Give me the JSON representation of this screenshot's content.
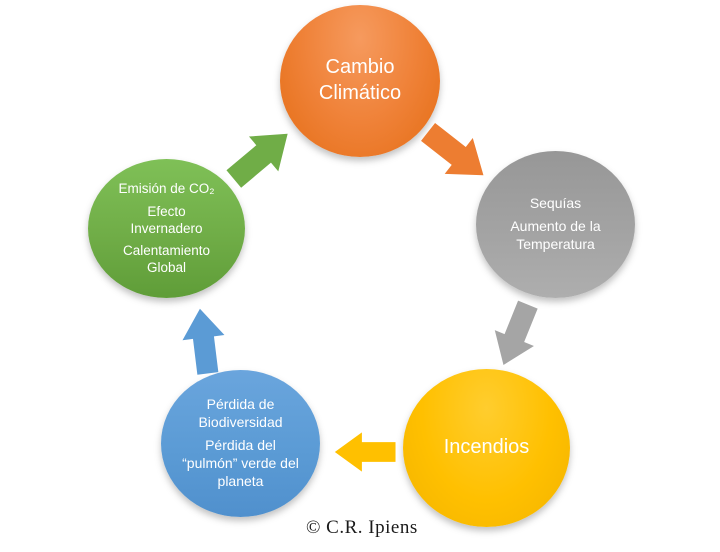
{
  "diagram": {
    "type": "cycle-diagram",
    "background_color": "#FFFFFF",
    "text_color": "#FFFFFF",
    "nodes": {
      "cambio_climatico": {
        "paragraphs": [
          "Cambio Climático"
        ],
        "color": "#ED7D31",
        "position": "top"
      },
      "sequias": {
        "paragraphs": [
          "Sequías",
          "Aumento de la Temperatura"
        ],
        "color": "#A5A5A5",
        "position": "right"
      },
      "incendios": {
        "paragraphs": [
          "Incendios"
        ],
        "color": "#FFC000",
        "position": "bottom-right"
      },
      "perdida_biodiversidad": {
        "paragraphs": [
          "Pérdida de Biodiversidad",
          "Pérdida del “pulmón” verde del planeta"
        ],
        "color": "#5B9BD5",
        "position": "bottom-left"
      },
      "emision_co2": {
        "paragraphs": [
          "Emisión de CO₂",
          "Efecto Invernadero",
          "Calentamiento Global"
        ],
        "color": "#70AD47",
        "position": "left"
      }
    },
    "arrows": {
      "emision_to_cambio": {
        "color": "#70AD47",
        "direction": "up-right"
      },
      "cambio_to_sequias": {
        "color": "#ED7D31",
        "direction": "down-right"
      },
      "sequias_to_incendios": {
        "color": "#A5A5A5",
        "direction": "down-left"
      },
      "incendios_to_biodiversidad": {
        "color": "#FFC000",
        "direction": "left"
      },
      "biodiversidad_to_emision": {
        "color": "#5B9BD5",
        "direction": "up"
      }
    }
  },
  "footer": {
    "credit": "© C.R. Ipiens"
  }
}
